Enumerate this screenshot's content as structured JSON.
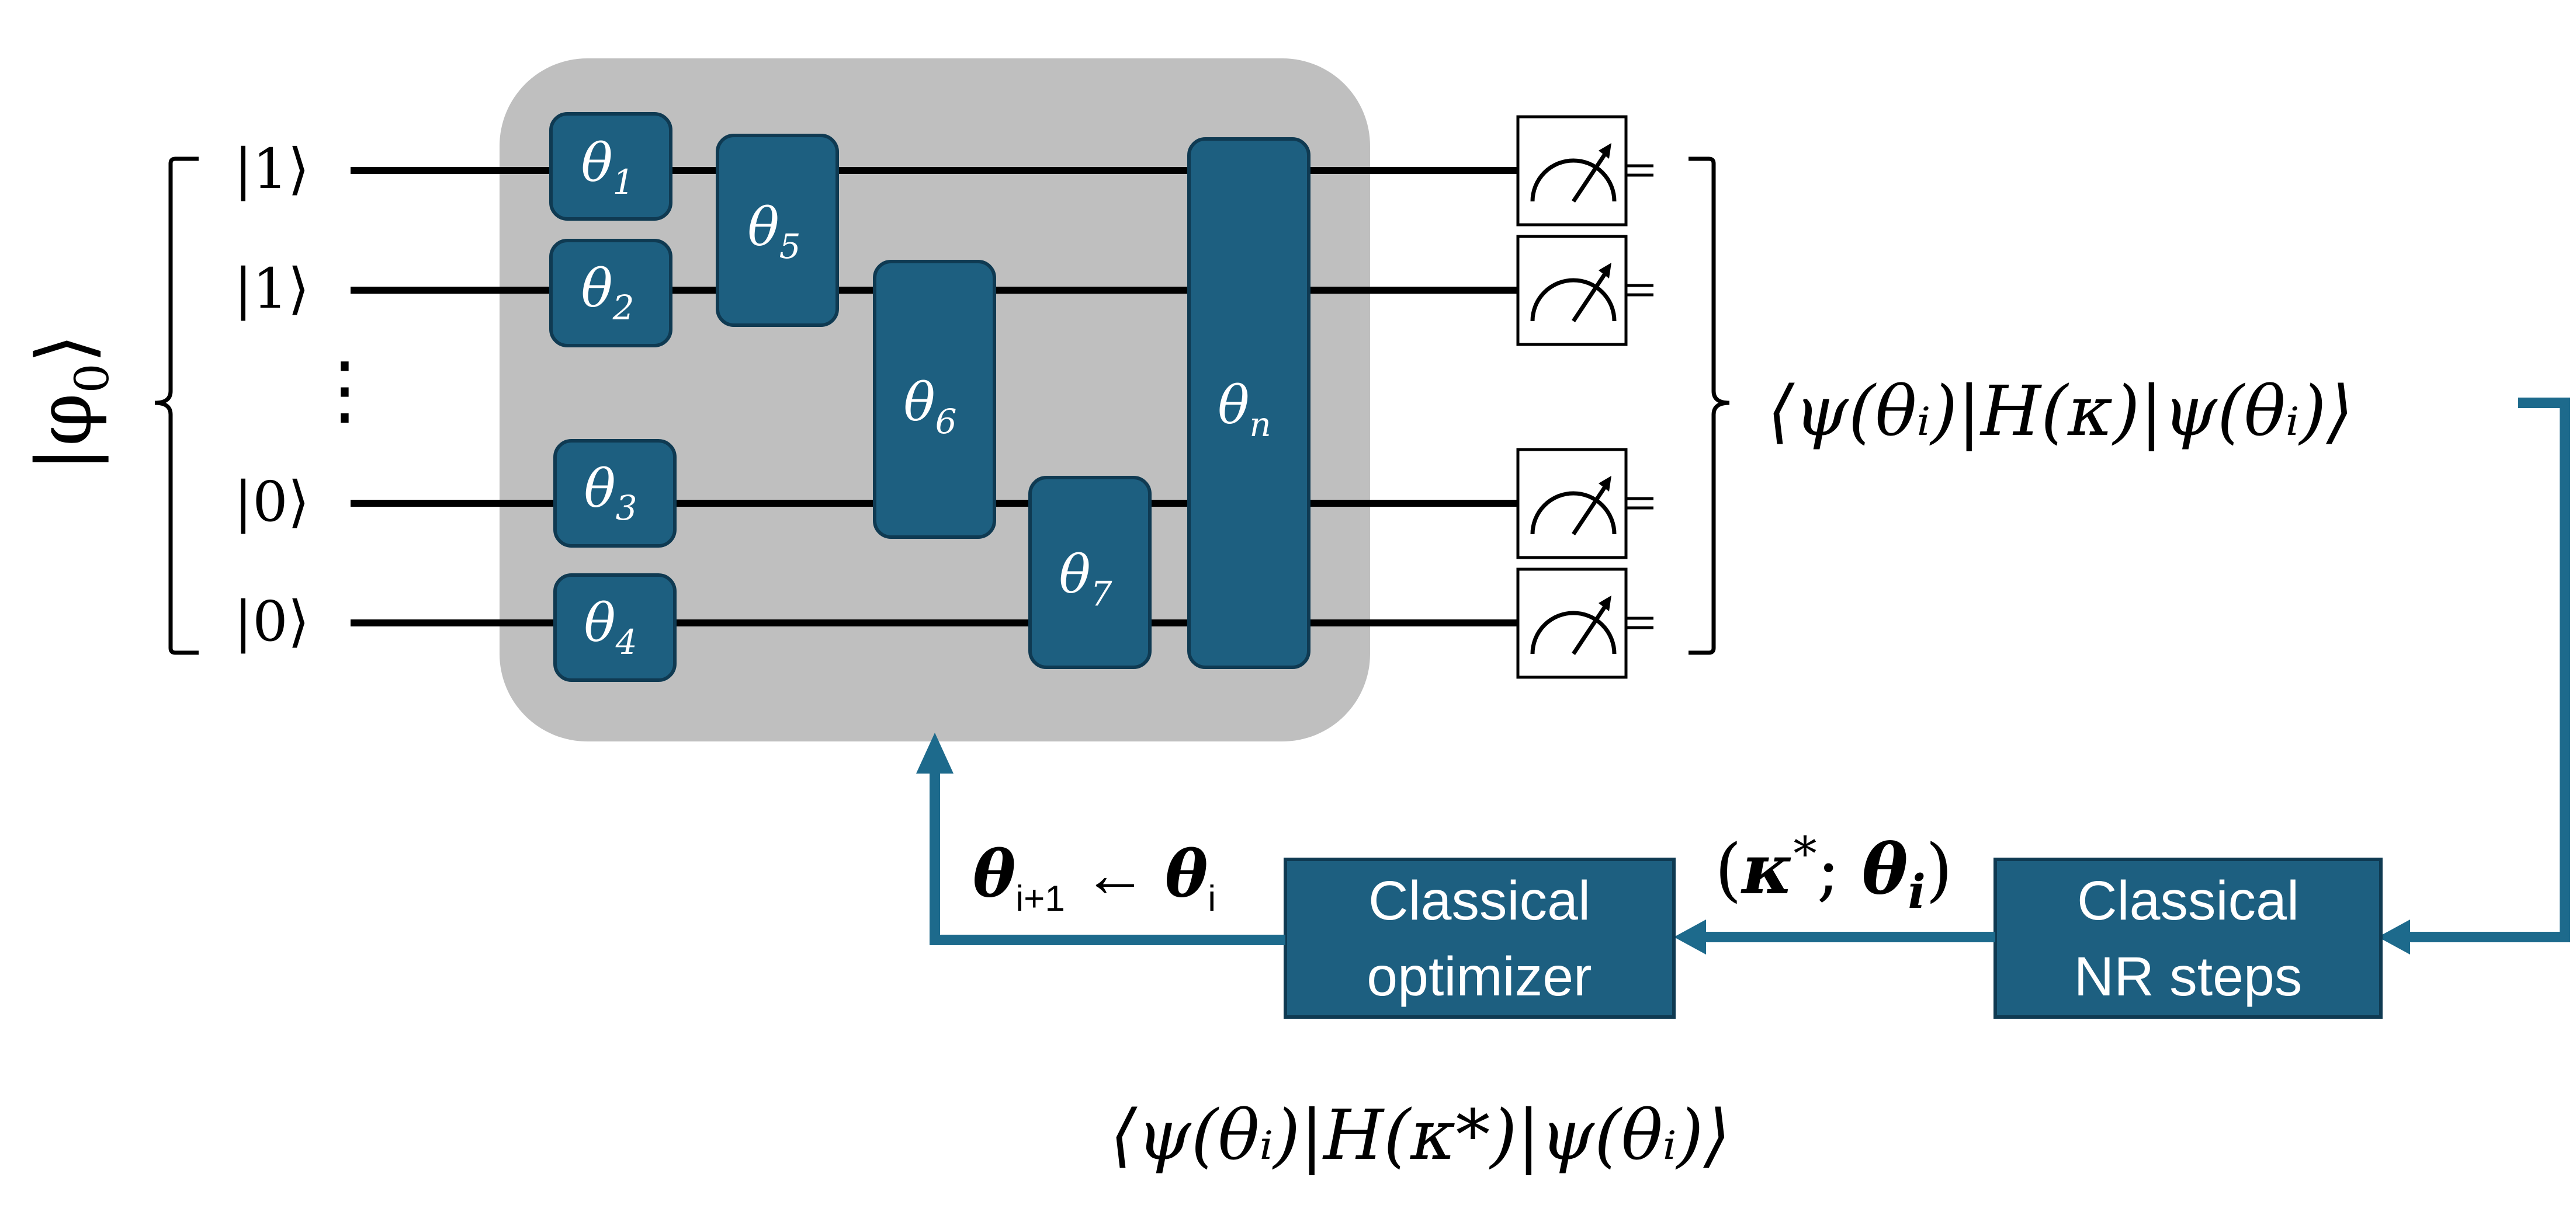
{
  "colors": {
    "gate_fill": "#1d5f80",
    "gate_stroke": "#0f3a52",
    "ansatz_bg": "#bfbfbf",
    "wire": "#000000",
    "arrow": "#1d6a8c",
    "gate_text": "#ffffff",
    "text": "#000000"
  },
  "initial_state": {
    "label_main": "|φ",
    "label_sub": "0",
    "label_close": "⟩"
  },
  "qubits": [
    {
      "label": "|1⟩"
    },
    {
      "label": "|1⟩"
    },
    {
      "label": "⋮"
    },
    {
      "label": "|0⟩"
    },
    {
      "label": "|0⟩"
    }
  ],
  "gates": [
    {
      "symbol": "θ",
      "sub": "1"
    },
    {
      "symbol": "θ",
      "sub": "2"
    },
    {
      "symbol": "θ",
      "sub": "3"
    },
    {
      "symbol": "θ",
      "sub": "4"
    },
    {
      "symbol": "θ",
      "sub": "5"
    },
    {
      "symbol": "θ",
      "sub": "6"
    },
    {
      "symbol": "θ",
      "sub": "7"
    },
    {
      "symbol": "θ",
      "sub": "n"
    }
  ],
  "expectation_top": "⟨ψ(θᵢ)|H(κ)|ψ(θᵢ)⟩",
  "nr_box": {
    "line1": "Classical",
    "line2": "NR steps"
  },
  "optimizer_box": {
    "line1": "Classical",
    "line2": "optimizer"
  },
  "kappa_label": {
    "open": "(",
    "kappa": "κ",
    "star": "*",
    "sep": "; ",
    "theta": "θ",
    "sub": "i",
    "close": ")"
  },
  "update_label": {
    "theta": "θ",
    "sub_next": "i+1",
    "arrow": " ← ",
    "theta2": "θ",
    "sub_cur": "i"
  },
  "expectation_bottom": "⟨ψ(θᵢ)|H(κ*)|ψ(θᵢ)⟩"
}
